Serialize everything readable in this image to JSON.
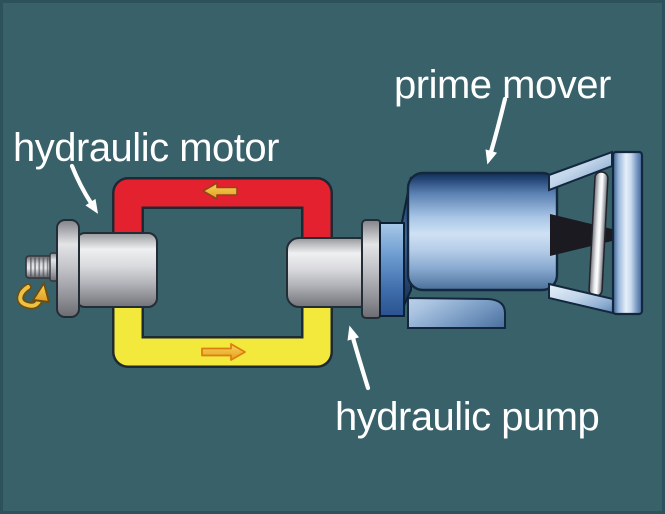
{
  "labels": {
    "motor": "hydraulic motor",
    "prime_mover": "prime mover",
    "pump": "hydraulic pump"
  },
  "diagram": {
    "type": "hydrostatic-transmission-circuit",
    "components": [
      "hydraulic motor",
      "hydraulic pump",
      "prime mover"
    ],
    "top_pipe": {
      "color_name": "red",
      "flow_direction": "left"
    },
    "bottom_pipe": {
      "color_name": "yellow",
      "flow_direction": "right"
    },
    "motor_shaft_rotation": "counter-clockwise"
  },
  "icons": [
    "flow-arrow-left-icon",
    "flow-arrow-right-icon",
    "rotation-arrow-icon",
    "annotation-arrow"
  ],
  "colors": {
    "background": "#38616a",
    "edge_vignette": "#27474f",
    "label_text": "#ffffff",
    "pipe_red": "#e4212f",
    "pipe_yellow": "#f2e93c",
    "pipe_outline": "#1e2a33",
    "flow_arrow_outline_red_pipe": "#93441a",
    "flow_arrow_outline_yellow_pipe": "#dd7f10",
    "rotation_arrow_gold": "#eec043",
    "metal_light": "#eff0f1",
    "metal_dark": "#72737a",
    "prime_mover_blue_dark": "#122f55",
    "prime_mover_blue_light": "#cfe1f4"
  }
}
